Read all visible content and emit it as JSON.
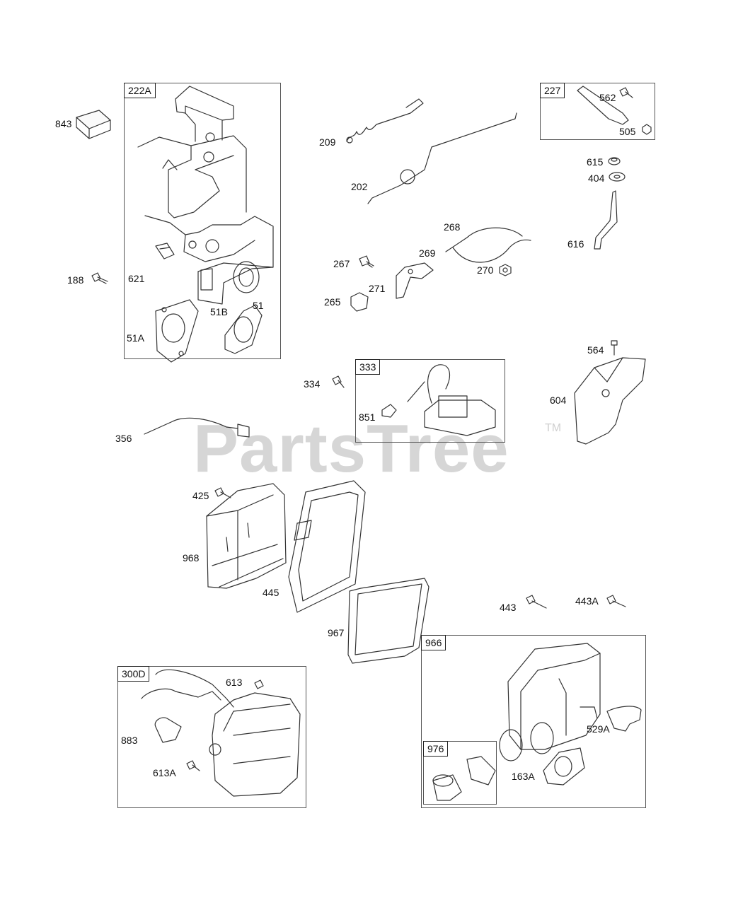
{
  "watermark": {
    "text": "PartsTree",
    "trademark": "TM"
  },
  "groups": {
    "g222A": "222A",
    "g227": "227",
    "g333": "333",
    "g300D": "300D",
    "g966": "966",
    "g976": "976"
  },
  "parts": {
    "p843": "843",
    "p188": "188",
    "p621": "621",
    "p51": "51",
    "p51A": "51A",
    "p51B": "51B",
    "p209": "209",
    "p202": "202",
    "p268": "268",
    "p267": "267",
    "p269": "269",
    "p270": "270",
    "p265": "265",
    "p271": "271",
    "p562": "562",
    "p505": "505",
    "p615": "615",
    "p404": "404",
    "p616": "616",
    "p564": "564",
    "p604": "604",
    "p334": "334",
    "p851": "851",
    "p356": "356",
    "p425": "425",
    "p968": "968",
    "p445": "445",
    "p967": "967",
    "p443": "443",
    "p443A": "443A",
    "p613": "613",
    "p883": "883",
    "p613A": "613A",
    "p529A": "529A",
    "p163A": "163A"
  }
}
